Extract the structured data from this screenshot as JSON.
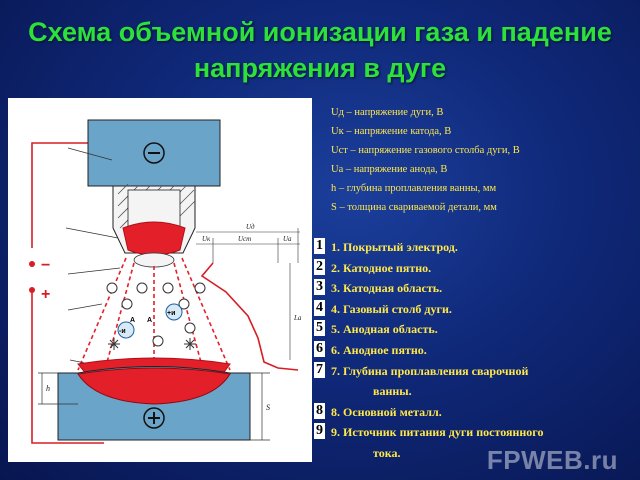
{
  "title": "Схема объемной ионизации газа и падение напряжения в дуге",
  "legend": [
    "Uд – напряжение дуги, В",
    "Uк – напряжение катода, В",
    "Uст – напряжение газового столба дуги, В",
    "Uа – напряжение анода, В",
    "h – глубина проплавления ванны, мм",
    "S – толщина свариваемой детали, мм"
  ],
  "parts": [
    {
      "num": "1",
      "text": "1. Покрытый электрод.",
      "cont": ""
    },
    {
      "num": "2",
      "text": "2. Катодное пятно.",
      "cont": ""
    },
    {
      "num": "3",
      "text": "3. Катодная область.",
      "cont": ""
    },
    {
      "num": "4",
      "text": "4. Газовый столб дуги.",
      "cont": ""
    },
    {
      "num": "5",
      "text": "5. Анодная область.",
      "cont": ""
    },
    {
      "num": "6",
      "text": "6. Анодное пятно.",
      "cont": ""
    },
    {
      "num": "7",
      "text": "7. Глубина проплавления сварочной",
      "cont": "ванны."
    },
    {
      "num": "8",
      "text": "8. Основной металл.",
      "cont": ""
    },
    {
      "num": "9",
      "text": "9. Источник питания дуги постоянного",
      "cont": "тока."
    }
  ],
  "diagram": {
    "cathode_sign": "⊖",
    "anode_sign": "⊕",
    "terminal_minus": "−",
    "terminal_plus": "+",
    "label_uk": "Uк",
    "label_ust": "Uст",
    "label_ua": "Uа",
    "label_ud": "Uд",
    "label_la": "Lа",
    "label_h": "h",
    "label_s": "S",
    "particle_a": "A",
    "particle_neg": "-и",
    "particle_pos": "+и",
    "colors": {
      "red": "#e3202a",
      "steel": "#6aa4c8",
      "wire": "#d71e26"
    }
  },
  "watermark": "FPWEB.ru"
}
